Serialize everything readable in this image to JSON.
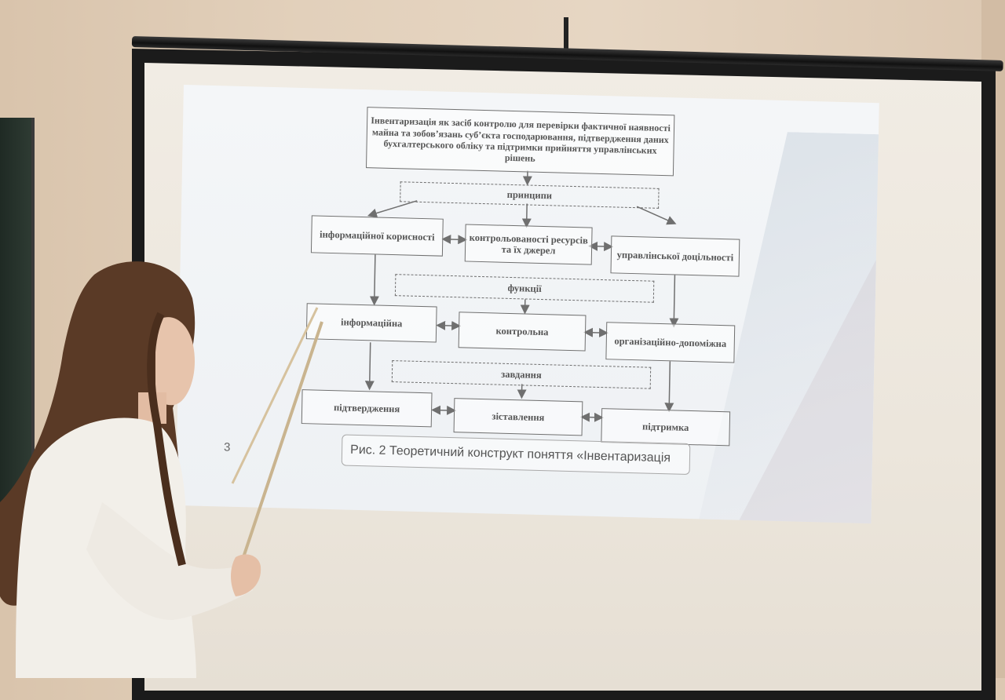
{
  "slide": {
    "number": "3",
    "title_box": "Інвентаризація як засіб контролю для перевірки фактичної наявності майна та зобов’язань суб’єкта господарювання, підтвердження даних бухгалтерського обліку та підтримки прийняття управлінських рішень",
    "principles_label": "принципи",
    "principles": [
      "інформаційної корисності",
      "контрольованості ресурсів та їх джерел",
      "управлінської доцільності"
    ],
    "functions_label": "функції",
    "functions": [
      "інформаційна",
      "контрольна",
      "організаційно-допоміжна"
    ],
    "tasks_label": "завдання",
    "tasks": [
      "підтвердження",
      "зіставлення",
      "підтримка"
    ],
    "caption": "Рис. 2 Теоретичний конструкт поняття «Інвентаризація"
  },
  "colors": {
    "wall": "#e2d0bb",
    "screen": "#ece6dc",
    "slide_bg": "#f1f3f5",
    "box_border": "#6f6f6f",
    "sweater": "#f2efe9",
    "hair": "#5a3a26"
  }
}
